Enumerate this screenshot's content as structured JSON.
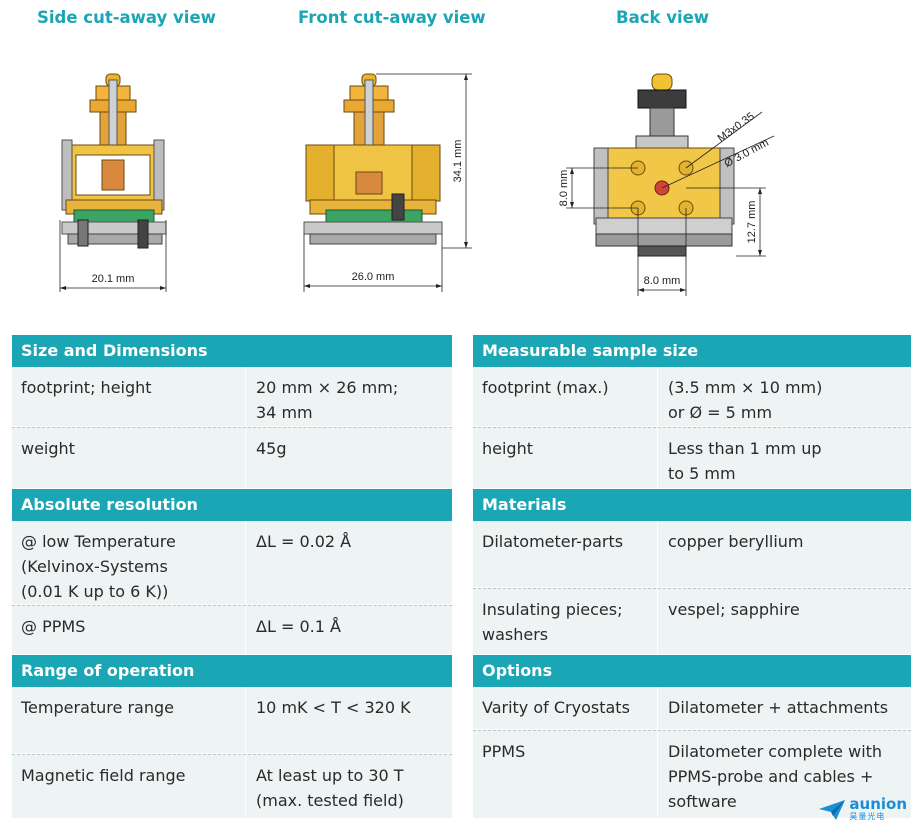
{
  "views": {
    "side": {
      "title": "Side cut-away view",
      "dim_width": "20.1 mm"
    },
    "front": {
      "title": "Front cut-away view",
      "dim_width": "26.0 mm",
      "dim_height": "34.1 mm"
    },
    "back": {
      "title": "Back view",
      "dim_left": "8.0 mm",
      "dim_right": "12.7 mm",
      "dim_bottom": "8.0 mm",
      "label_thread": "M3x0.35",
      "label_diameter": "Ø 3.0 mm"
    }
  },
  "left_sections": [
    {
      "title": "Size and Dimensions",
      "rows": [
        {
          "key": "footprint; height",
          "value": "20 mm × 26 mm;\n34 mm",
          "height": 60
        },
        {
          "key": "weight",
          "value": "45g",
          "height": 62
        }
      ]
    },
    {
      "title": "Absolute resolution",
      "rows": [
        {
          "key": "@ low Temperature\n(Kelvinox-Systems\n(0.01 K up to 6 K))",
          "value": "ΔL = 0.02 Å",
          "height": 84
        },
        {
          "key": "@ PPMS",
          "value": "ΔL = 0.1 Å",
          "height": 50
        }
      ]
    },
    {
      "title": "Range of operation",
      "rows": [
        {
          "key": "Temperature range",
          "value": "10 mK < T < 320 K",
          "height": 67
        },
        {
          "key": "Magnetic field range",
          "value": "At least up to 30 T\n(max. tested field)",
          "height": 65
        }
      ]
    }
  ],
  "right_sections": [
    {
      "title": "Measurable sample size",
      "rows": [
        {
          "key": "footprint (max.)",
          "value": "(3.5 mm × 10 mm)\nor Ø = 5 mm",
          "height": 60
        },
        {
          "key": "height",
          "value": "Less than 1 mm up\nto 5 mm",
          "height": 62
        }
      ]
    },
    {
      "title": "Materials",
      "rows": [
        {
          "key": "Dilatometer-parts",
          "value": "copper beryllium",
          "height": 67
        },
        {
          "key": "Insulating pieces;\nwashers",
          "value": "vespel; sapphire",
          "height": 67
        }
      ]
    },
    {
      "title": "Options",
      "rows": [
        {
          "key": "Varity of Cryostats",
          "value": "Dilatometer + attachments",
          "height": 43
        },
        {
          "key": "PPMS",
          "value": "Dilatometer complete with\nPPMS-probe and cables +\nsoftware",
          "height": 89
        }
      ]
    }
  ],
  "logo": {
    "name": "aunion",
    "sub": "昊量光电"
  },
  "colors": {
    "accent": "#1aa6b4",
    "row_bg": "#eef3f4",
    "brass": "#e8b830"
  }
}
